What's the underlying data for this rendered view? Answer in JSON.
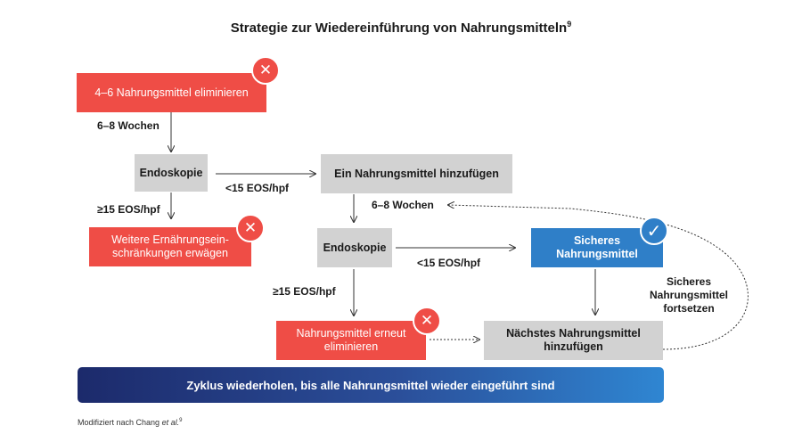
{
  "title": "Strategie zur Wiedereinführung von Nahrungsmitteln",
  "title_sup": "9",
  "boxes": {
    "eliminate": "4–6 Nahrungsmittel eliminieren",
    "endoscopy1": "Endoskopie",
    "add_one": "Ein Nahrungsmittel hinzufügen",
    "further_restrict": "Weitere Ernährungsein-schränkungen erwägen",
    "endoscopy2": "Endoskopie",
    "safe_food": "Sicheres Nahrungsmittel",
    "re_eliminate": "Nahrungsmittel erneut eliminieren",
    "next_food": "Nächstes Nahrungsmittel hinzufügen"
  },
  "labels": {
    "weeks1": "6–8 Wochen",
    "lt15_1": "<15 EOS/hpf",
    "ge15_1": "≥15 EOS/hpf",
    "weeks2": "6–8 Wochen",
    "lt15_2": "<15 EOS/hpf",
    "ge15_2": "≥15 EOS/hpf",
    "continue_safe": "Sicheres Nahrungsmittel fortsetzen"
  },
  "banner": "Zyklus wiederholen, bis alle Nahrungsmittel wieder eingeführt sind",
  "footnote_text": "Modifiziert nach Chang ",
  "footnote_italic": "et al.",
  "footnote_sup": "9",
  "icons": {
    "reject": "x-icon",
    "accept": "check-icon"
  },
  "colors": {
    "red": "#ef4d46",
    "gray": "#d2d2d2",
    "blue": "#2f7fc8",
    "banner_dark": "#1c2a6b",
    "banner_light": "#2f86d2"
  }
}
